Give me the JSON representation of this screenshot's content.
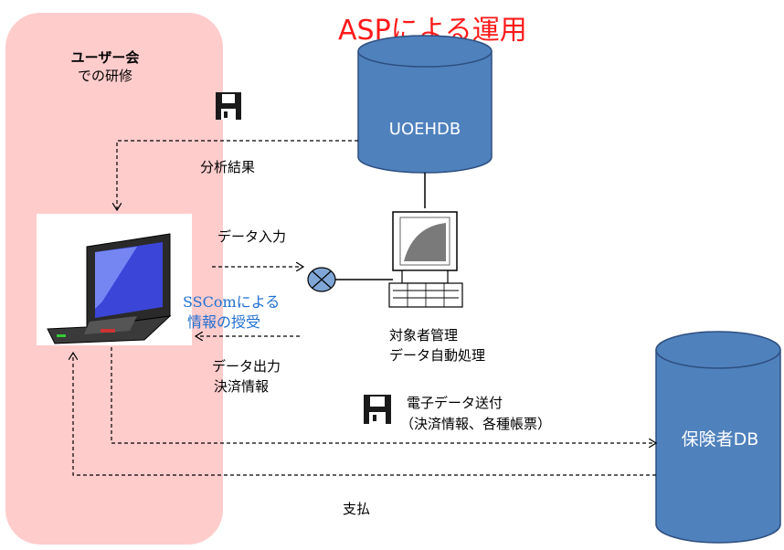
{
  "title": "ASPによる運用",
  "user_panel": {
    "line1": "ユーザー会",
    "line2": "での研修"
  },
  "db_top": {
    "label": "UOEHDB"
  },
  "db_insurer": {
    "label": "保険者DB"
  },
  "labels": {
    "analysis": "分析結果",
    "data_input": "データ入力",
    "sscom_line1": "SSComによる",
    "sscom_line2": "情報の授受",
    "data_output_line1": "データ出力",
    "data_output_line2": "決済情報",
    "server_line1": "対象者管理",
    "server_line2": "データ自動処理",
    "edata_line1": "電子データ送付",
    "edata_line2": "（決済情報、各種帳票）",
    "payment": "支払"
  },
  "colors": {
    "title": "#ff1a1a",
    "panel": "#ffcccc",
    "db_fill": "#4f81bd",
    "db_stroke": "#2e4f7f",
    "sscom_text": "#1f6fd0"
  }
}
